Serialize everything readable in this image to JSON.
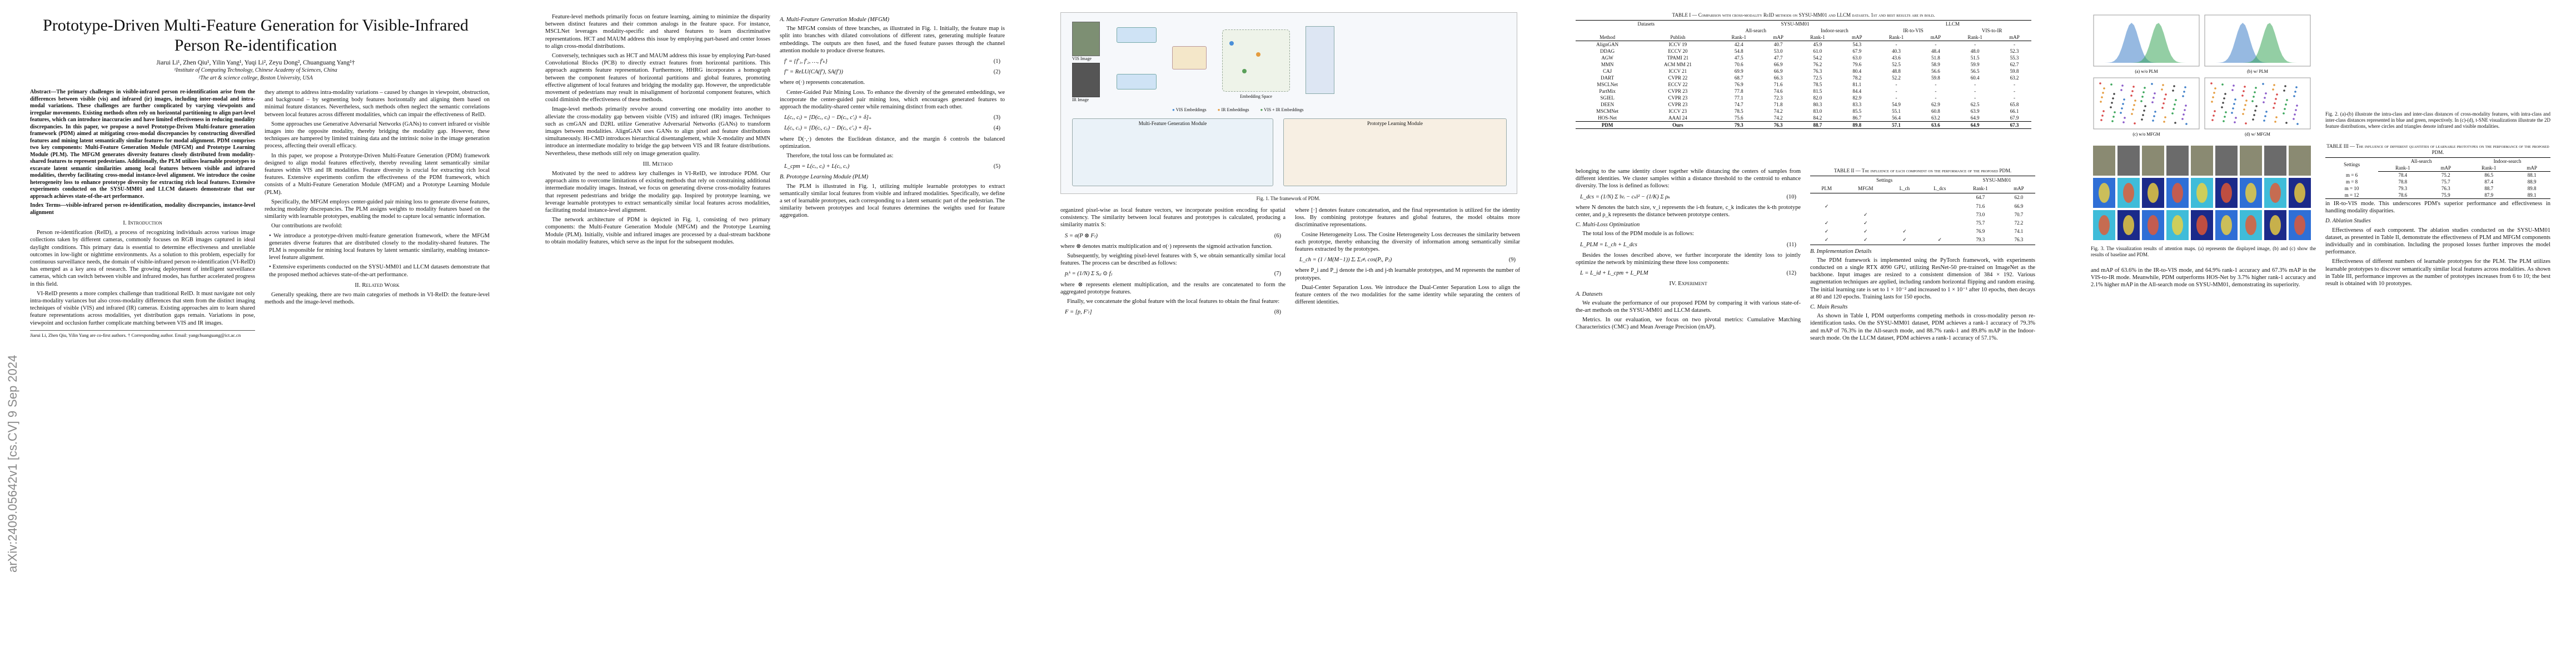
{
  "header": {
    "title": "Prototype-Driven Multi-Feature Generation for Visible-Infrared Person Re-identification",
    "authors": "Jiarui Li¹, Zhen Qiu¹, Yilin Yang¹, Yuqi Li², Zeyu Dong², Chuanguang Yang¹†",
    "affiliation_1": "¹Institute of Computing Technology, Chinese Academy of Sciences, China",
    "affiliation_2": "²The art & science college, Boston University, USA",
    "arxiv_stamp": "arXiv:2409.05642v1 [cs.CV] 9 Sep 2024"
  },
  "page1": {
    "abstract": "Abstract—The primary challenges in visible-infrared person re-identification arise from the differences between visible (vis) and infrared (ir) images, including inter-modal and intra-modal variations. These challenges are further complicated by varying viewpoints and irregular movements. Existing methods often rely on horizontal partitioning to align part-level features, which can introduce inaccuracies and have limited effectiveness in reducing modality discrepancies. In this paper, we propose a novel Prototype-Driven Multi-feature generation framework (PDM) aimed at mitigating cross-modal discrepancies by constructing diversified features and mining latent semantically similar features for modal alignment. PDM comprises two key components: Multi-Feature Generation Module (MFGM) and Prototype Learning Module (PLM). The MFGM generates diversity features closely distributed from modality-shared features to represent pedestrians. Additionally, the PLM utilizes learnable prototypes to excavate latent semantic similarities among local features between visible and infrared modalities, thereby facilitating cross-modal instance-level alignment. We introduce the cosine heterogeneity loss to enhance prototype diversity for extracting rich local features. Extensive experiments conducted on the SYSU-MM01 and LLCM datasets demonstrate that our approach achieves state-of-the-art performance.",
    "index_terms": "Index Terms—visible-infrared person re-identification, modality discrepancies, instance-level alignment",
    "sec1": "I. Introduction",
    "intro_1": "Person re-identification (ReID), a process of recognizing individuals across various image collections taken by different cameras, commonly focuses on RGB images captured in ideal daylight conditions. This primary data is essential to determine effectiveness and unreliable outcomes in low-light or nighttime environments. As a solution to this problem, especially for continuous surveillance needs, the domain of visible-infrared person re-identification (VI-ReID) has emerged as a key area of research. The growing deployment of intelligent surveillance cameras, which can switch between visible and infrared modes, has further accelerated progress in this field.",
    "intro_2": "VI-ReID presents a more complex challenge than traditional ReID. It must navigate not only intra-modality variances but also cross-modality differences that stem from the distinct imaging techniques of visible (VIS) and infrared (IR) cameras. Existing approaches aim to learn shared feature representations across modalities, yet distribution gaps remain. Variations in pose, viewpoint and occlusion further complicate matching between VIS and IR images.",
    "footnote": "Jiarui Li, Zhen Qiu, Yilin Yang are co-first authors. † Corresponding author. Email: yangchuanguang@ict.ac.cn",
    "col2_p1": "they attempt to address intra-modality variations – caused by changes in viewpoint, obstruction, and background – by segmenting body features horizontally and aligning them based on minimal feature distances. Nevertheless, such methods often neglect the semantic correlations between local features across different modalities, which can impair the effectiveness of ReID.",
    "col2_p2": "Some approaches use Generative Adversarial Networks (GANs) to convert infrared or visible images into the opposite modality, thereby bridging the modality gap. However, these techniques are hampered by limited training data and the intrinsic noise in the image generation process, affecting their overall efficacy.",
    "col2_p3": "In this paper, we propose a Prototype-Driven Multi-Feature Generation (PDM) framework designed to align modal features effectively, thereby revealing latent semantically similar features within VIS and IR modalities. Feature diversity is crucial for extracting rich local features. Extensive experiments confirm the effectiveness of the PDM framework, which consists of a Multi-Feature Generation Module (MFGM) and a Prototype Learning Module (PLM).",
    "col2_p4": "Specifically, the MFGM employs center-guided pair mining loss to generate diverse features, reducing modality discrepancies. The PLM assigns weights to modality features based on the similarity with learnable prototypes, enabling the model to capture local semantic information.",
    "contrib_intro": "Our contributions are twofold:",
    "contrib_1": "We introduce a prototype-driven multi-feature generation framework, where the MFGM generates diverse features that are distributed closely to the modality-shared features. The PLM is responsible for mining local features by latent semantic similarity, enabling instance-level feature alignment.",
    "contrib_2": "Extensive experiments conducted on the SYSU-MM01 and LLCM datasets demonstrate that the proposed method achieves state-of-the-art performance.",
    "sec2": "II. Related Work",
    "related_1": "Generally speaking, there are two main categories of methods in VI-ReID: the feature-level methods and the image-level methods."
  },
  "page2": {
    "col1_p1": "Feature-level methods primarily focus on feature learning, aiming to minimize the disparity between distinct features and their common analogs in the feature space. For instance, MSCLNet leverages modality-specific and shared features to learn discriminative representations. HCT and MAUM address this issue by employing part-based and center losses to align cross-modal distributions.",
    "col1_p2": "Conversely, techniques such as HCT and MAUM address this issue by employing Part-based Convolutional Blocks (PCB) to directly extract features from horizontal partitions. This approach augments feature representation. Furthermore, HHRG incorporates a homograph between the component features of horizontal partitions and global features, promoting effective alignment of local features and bridging the modality gap. However, the unpredictable movement of pedestrians may result in misalignment of horizontal component features, which could diminish the effectiveness of these methods.",
    "col1_p3": "Image-level methods primarily revolve around converting one modality into another to alleviate the cross-modality gap between visible (VIS) and infrared (IR) images. Techniques such as cmGAN and D2RL utilize Generative Adversarial Networks (GANs) to transform images between modalities. AlignGAN uses GANs to align pixel and feature distributions simultaneously. Hi-CMD introduces hierarchical disentanglement, while X-modality and MMN introduce an intermediate modality to bridge the gap between VIS and IR feature distributions. Nevertheless, these methods still rely on image generation quality.",
    "sec3": "III. Method",
    "method_1": "Motivated by the need to address key challenges in VI-ReID, we introduce PDM. Our approach aims to overcome limitations of existing methods that rely on constraining additional intermediate modality images. Instead, we focus on generating diverse cross-modality features that represent pedestrians and bridge the modality gap. Inspired by prototype learning, we leverage learnable prototypes to extract semantically similar local features across modalities, facilitating modal instance-level alignment.",
    "method_2": "The network architecture of PDM is depicted in Fig. 1, consisting of two primary components: the Multi-Feature Generation Module (MFGM) and the Prototype Learning Module (PLM). Initially, visible and infrared images are processed by a dual-stream backbone to obtain modality features, which serve as the input for the subsequent modules.",
    "subA": "A. Multi-Feature Generation Module (MFGM)",
    "mfgm_1": "The MFGM consists of three branches, as illustrated in Fig. 1. Initially, the feature map is split into branches with dilated convolutions of different rates, generating multiple feature embeddings. The outputs are then fused, and the fused feature passes through the channel attention module to produce diverse features.",
    "mfgm_2": "where σ(·) represents concatenation.",
    "mfgm_3": "Center-Guided Pair Mining Loss. To enhance the diversity of the generated embeddings, we incorporate the center-guided pair mining loss, which encourages generated features to approach the modality-shared center while remaining distinct from each other.",
    "mfgm_4": "where D(·,·) denotes the Euclidean distance, and the margin δ controls the balanced optimization.",
    "mfgm_5": "Therefore, the total loss can be formulated as:",
    "subB": "B. Prototype Learning Module (PLM)",
    "plm_1": "The PLM is illustrated in Fig. 1, utilizing multiple learnable prototypes to extract semantically similar local features from visible and infrared modalities. Specifically, we define a set of learnable prototypes, each corresponding to a latent semantic part of the pedestrian. The similarity between prototypes and local features determines the weights used for feature aggregation."
  },
  "page3": {
    "fig_legend_vis": "VIS Embeddings",
    "fig_legend_ir": "IR Embeddings",
    "fig_legend_vir": "VIS + IR Embeddings",
    "fig_label_vis": "VIS Image",
    "fig_label_ir": "IR Image",
    "fig_label_space": "Embedding Space",
    "fig_mfgm": "Multi-Feature Generation Module",
    "fig_plm": "Prototype Learning Module",
    "fig_caption": "Fig. 1. The framework of PDM.",
    "col1_p1": "organized pixel-wise as local feature vectors, we incorporate position encoding for spatial consistency. The similarity between local features and prototypes is calculated, producing a similarity matrix S:",
    "col1_p2": "where ⊗ denotes matrix multiplication and σ(·) represents the sigmoid activation function.",
    "col1_p3": "Subsequently, by weighting pixel-level features with S, we obtain semantically similar local features. The process can be described as follows:",
    "col1_p4": "where ⊗ represents element multiplication, and the results are concatenated to form the aggregated prototype features.",
    "col1_p5": "Finally, we concatenate the global feature with the local features to obtain the final feature:",
    "col2_p1": "where [·] denotes feature concatenation, and the final representation is utilized for the identity loss. By combining prototype features and global features, the model obtains more discriminative representations.",
    "col2_p2": "Cosine Heterogeneity Loss. The Cosine Heterogeneity Loss decreases the similarity between each prototype, thereby enhancing the diversity of information among semantically similar features extracted by the prototypes.",
    "col2_p3": "where P_i and P_j denote the i-th and j-th learnable prototypes, and M represents the number of prototypes.",
    "col2_p4": "Dual-Center Separation Loss. We introduce the Dual-Center Separation Loss to align the feature centers of the two modalities for the same identity while separating the centers of different identities."
  },
  "page4": {
    "table1": {
      "caption": "TABLE I — Comparison with cross-modality ReID methods on SYSU-MM01 and LLCM datasets. 1st and best results are in bold.",
      "group_sysu": "SYSU-MM01",
      "group_llcm": "LLCM",
      "sub_all": "All-search",
      "sub_indoor": "Indoor-search",
      "sub_ir2vis": "IR-to-VIS",
      "sub_vis2ir": "VIS-to-IR",
      "col_datasets": "Datasets",
      "col_method": "Method",
      "col_publish": "Publish",
      "col_r1": "Rank-1",
      "col_map": "mAP",
      "rows": [
        [
          "AlignGAN",
          "ICCV 19",
          "42.4",
          "40.7",
          "45.9",
          "54.3",
          "-",
          "-",
          "-",
          "-"
        ],
        [
          "DDAG",
          "ECCV 20",
          "54.8",
          "53.0",
          "61.0",
          "67.9",
          "40.3",
          "48.4",
          "48.0",
          "52.3"
        ],
        [
          "AGW",
          "TPAMI 21",
          "47.5",
          "47.7",
          "54.2",
          "63.0",
          "43.6",
          "51.8",
          "51.5",
          "55.3"
        ],
        [
          "MMN",
          "ACM MM 21",
          "70.6",
          "66.9",
          "76.2",
          "79.6",
          "52.5",
          "58.9",
          "59.9",
          "62.7"
        ],
        [
          "CAJ",
          "ICCV 21",
          "69.9",
          "66.9",
          "76.3",
          "80.4",
          "48.8",
          "56.6",
          "56.5",
          "59.8"
        ],
        [
          "DART",
          "CVPR 22",
          "68.7",
          "66.3",
          "72.5",
          "78.2",
          "52.2",
          "59.8",
          "60.4",
          "63.2"
        ],
        [
          "MSCLNet",
          "ECCV 22",
          "76.9",
          "71.6",
          "78.5",
          "81.1",
          "-",
          "-",
          "-",
          "-"
        ],
        [
          "PartMix",
          "CVPR 23",
          "77.8",
          "74.6",
          "81.5",
          "84.4",
          "-",
          "-",
          "-",
          "-"
        ],
        [
          "SGIEL",
          "CVPR 23",
          "77.1",
          "72.3",
          "82.0",
          "82.9",
          "-",
          "-",
          "-",
          "-"
        ],
        [
          "DEEN",
          "CVPR 23",
          "74.7",
          "71.8",
          "80.3",
          "83.3",
          "54.9",
          "62.9",
          "62.5",
          "65.8"
        ],
        [
          "MSCMNet",
          "ICCV 23",
          "78.5",
          "74.2",
          "83.0",
          "85.5",
          "55.1",
          "60.8",
          "63.9",
          "66.1"
        ],
        [
          "HOS-Net",
          "AAAI 24",
          "75.6",
          "74.2",
          "84.2",
          "86.7",
          "56.4",
          "63.2",
          "64.9",
          "67.9"
        ],
        [
          "PDM",
          "Ours",
          "79.3",
          "76.3",
          "88.7",
          "89.8",
          "57.1",
          "63.6",
          "64.9",
          "67.3"
        ]
      ]
    },
    "col1_p1": "belonging to the same identity closer together while distancing the centers of samples from different identities. We cluster samples within a distance threshold to the centroid to enhance diversity. The loss is defined as follows:",
    "col1_p2": "where N denotes the batch size, v_i represents the i-th feature, c_k indicates the k-th prototype center, and ρ_k represents the distance between prototype centers.",
    "subC": "C. Multi-Loss Optimization",
    "opt_1": "The total loss of the PDM module is as follows:",
    "opt_2": "Besides the losses described above, we further incorporate the identity loss to jointly optimize the network by minimizing these three loss components:",
    "sec4": "IV. Experiment",
    "subA4": "A. Datasets",
    "data_1": "We evaluate the performance of our proposed PDM by comparing it with various state-of-the-art methods on the SYSU-MM01 and LLCM datasets.",
    "data_2": "Metrics. In our evaluation, we focus on two pivotal metrics: Cumulative Matching Characteristics (CMC) and Mean Average Precision (mAP).",
    "table2": {
      "caption": "TABLE II — The influence of each component on the performance of the proposed PDM.",
      "h_settings": "Settings",
      "h_sysu": "SYSU-MM01",
      "h_plm": "PLM",
      "h_r1": "Rank-1",
      "h_map": "mAP",
      "rows": [
        [
          "",
          "",
          "",
          "",
          "64.7",
          "62.0"
        ],
        [
          "✓",
          "",
          "",
          "",
          "71.6",
          "66.9"
        ],
        [
          "",
          "✓",
          "",
          "",
          "73.0",
          "70.7"
        ],
        [
          "✓",
          "✓",
          "",
          "",
          "75.7",
          "72.2"
        ],
        [
          "✓",
          "✓",
          "✓",
          "",
          "76.9",
          "74.1"
        ],
        [
          "✓",
          "✓",
          "✓",
          "✓",
          "79.3",
          "76.3"
        ]
      ]
    },
    "subB4": "B. Implementation Details",
    "impl_1": "The PDM framework is implemented using the PyTorch framework, with experiments conducted on a single RTX 4090 GPU, utilizing ResNet-50 pre-trained on ImageNet as the backbone. Input images are resized to a consistent dimension of 384 × 192. Various augmentation techniques are applied, including random horizontal flipping and random erasing. The initial learning rate is set to 1 × 10⁻² and increased to 1 × 10⁻¹ after 10 epochs, then decays at 80 and 120 epochs. Training lasts for 150 epochs.",
    "subC4": "C. Main Results",
    "res_1": "As shown in Table I, PDM outperforms competing methods in cross-modality person re-identification tasks. On the SYSU-MM01 dataset, PDM achieves a rank-1 accuracy of 79.3% and mAP of 76.3% in the All-search mode, and 88.7% rank-1 and 89.8% mAP in the Indoor-search mode. On the LLCM dataset, PDM achieves a rank-1 accuracy of 57.1%."
  },
  "page5": {
    "fig2_labels": [
      "(a) w/o PLM",
      "(b) w/ PLM",
      "(c) w/o MFGM",
      "(d) w/ MFGM"
    ],
    "fig2_caption": "Fig. 2. (a)-(b) illustrate the intra-class and inter-class distances of cross-modality features, with intra-class and inter-class distances represented in blue and green, respectively. In (c)-(d), t-SNE visualizations illustrate the 2D feature distributions, where circles and triangles denote infrared and visible modalities.",
    "fig3_caption": "Fig. 3. The visualization results of attention maps. (a) represents the displayed image, (b) and (c) show the results of baseline and PDM.",
    "table3": {
      "caption": "TABLE III — The influence of different quantities of learnable prototypes on the performance of the proposed PDM.",
      "h_settings": "Settings",
      "h_all": "All-search",
      "h_indoor": "Indoor-search",
      "h_r1": "Rank-1",
      "h_map": "mAP",
      "rows": [
        [
          "m = 6",
          "78.4",
          "75.2",
          "86.5",
          "88.1"
        ],
        [
          "m = 8",
          "78.8",
          "75.7",
          "87.4",
          "88.9"
        ],
        [
          "m = 10",
          "79.3",
          "76.3",
          "88.7",
          "89.8"
        ],
        [
          "m = 12",
          "78.6",
          "75.9",
          "87.9",
          "89.1"
        ]
      ]
    },
    "col1_p1": "in IR-to-VIS mode. This underscores PDM's superior performance and effectiveness in handling modality disparities.",
    "subD": "D. Ablation Studies",
    "abl_1": "Effectiveness of each component. The ablation studies conducted on the SYSU-MM01 dataset, as presented in Table II, demonstrate the effectiveness of PLM and MFGM components individually and in combination. Including the proposed losses further improves the model performance.",
    "abl_2": "Effectiveness of different numbers of learnable prototypes for the PLM. The PLM utilizes learnable prototypes to discover semantically similar local features across modalities. As shown in Table III, performance improves as the number of prototypes increases from 6 to 10; the best result is obtained with 10 prototypes.",
    "col2_p1": "and mAP of 63.6% in the IR-to-VIS mode, and 64.9% rank-1 accuracy and 67.3% mAP in the VIS-to-IR mode. Meanwhile, PDM outperforms HOS-Net by 3.7% higher rank-1 accuracy and 2.1% higher mAP in the All-search mode on SYSU-MM01, demonstrating its superiority."
  }
}
